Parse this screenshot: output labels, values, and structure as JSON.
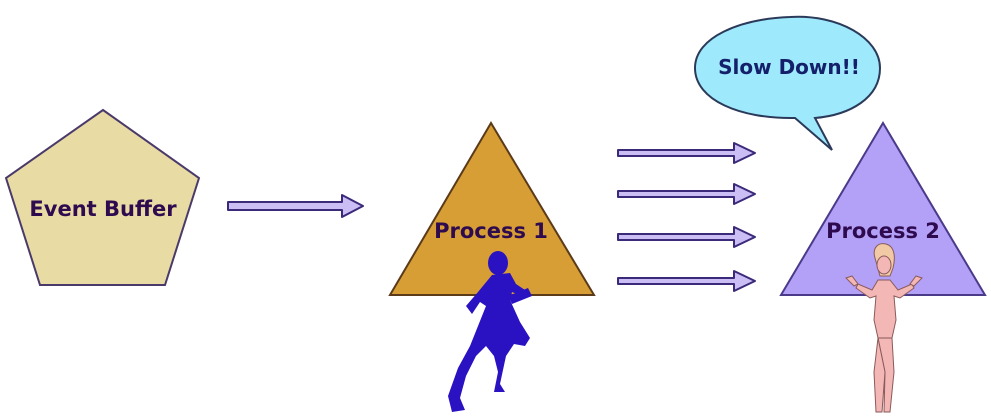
{
  "nodes": {
    "event_buffer": {
      "label": "Event Buffer",
      "fill": "#e9dba4",
      "stroke": "#4a3a6a"
    },
    "process_1": {
      "label": "Process 1",
      "fill": "#d69e34",
      "stroke": "#5b3a1a"
    },
    "process_2": {
      "label": "Process 2",
      "fill": "#b3a1f7",
      "stroke": "#4b3a8a"
    }
  },
  "speech_bubble": {
    "text": "Slow Down!!",
    "fill": "#9ee9fb",
    "stroke": "#2b3a5a"
  },
  "arrow_color": {
    "fill": "#cbbef5",
    "stroke": "#3b2a7a"
  },
  "figures": {
    "runner": {
      "icon": "runner-silhouette-icon",
      "color": "#2a12c2"
    },
    "woman": {
      "icon": "shrugging-woman-icon",
      "color": "#f3b7b5"
    }
  }
}
